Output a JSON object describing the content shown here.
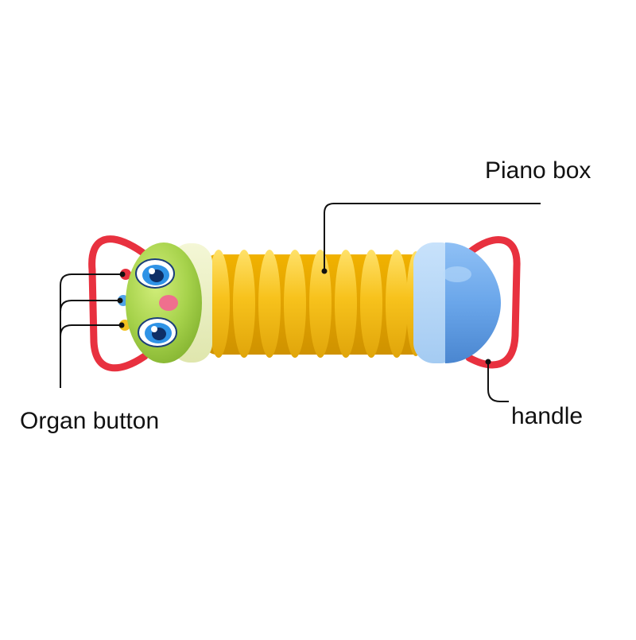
{
  "labels": {
    "piano_box": "Piano box",
    "handle": "handle",
    "organ_button": "Organ button"
  },
  "colors": {
    "handle_red": "#e8313f",
    "head_green": "#a6d24b",
    "bellows_yellow": "#f7c21c",
    "end_blue": "#6aa6ea",
    "eye_blue": "#2f93e6",
    "cheek_pink": "#ef6f8e",
    "leader_line": "#111111"
  }
}
